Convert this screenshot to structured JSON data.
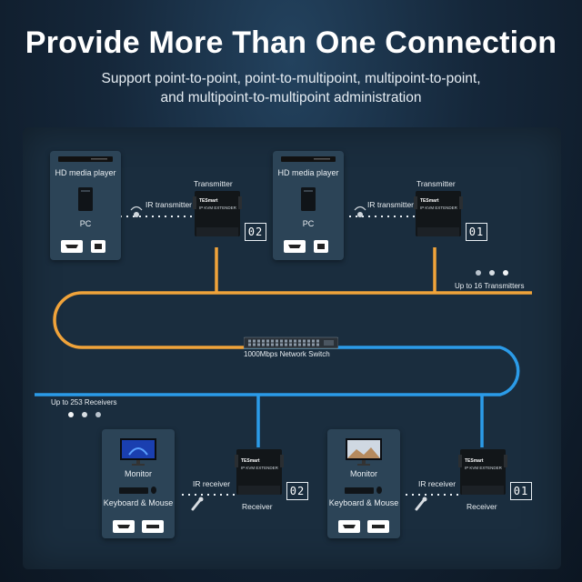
{
  "header": {
    "title": "Provide More Than One Connection",
    "subtitle_line1": "Support point-to-point, point-to-multipoint, multipoint-to-point,",
    "subtitle_line2": "and multipoint-to-multipoint administration"
  },
  "transmitters": [
    {
      "source_label": "HD media player",
      "pc_label": "PC",
      "ir_label": "IR transmitter",
      "role_label": "Transmitter",
      "id": "02"
    },
    {
      "source_label": "HD media player",
      "pc_label": "PC",
      "ir_label": "IR transmitter",
      "role_label": "Transmitter",
      "id": "01"
    }
  ],
  "receivers": [
    {
      "monitor_label": "Monitor",
      "km_label": "Keyboard & Mouse",
      "ir_label": "IR receiver",
      "role_label": "Receiver",
      "id": "02"
    },
    {
      "monitor_label": "Monitor",
      "km_label": "Keyboard & Mouse",
      "ir_label": "IR receiver",
      "role_label": "Receiver",
      "id": "01"
    }
  ],
  "network": {
    "switch_label": "1000Mbps Network Switch",
    "tx_capacity": "Up to 16 Transmitters",
    "rx_capacity": "Up to 253 Receivers"
  },
  "device_brand": "TESmart",
  "device_model": "IP KVM EXTENDER",
  "colors": {
    "tx_line": "#f0a33a",
    "rx_line": "#2b9be8",
    "card": "#2c4457",
    "panel": "#1a2d3e"
  }
}
